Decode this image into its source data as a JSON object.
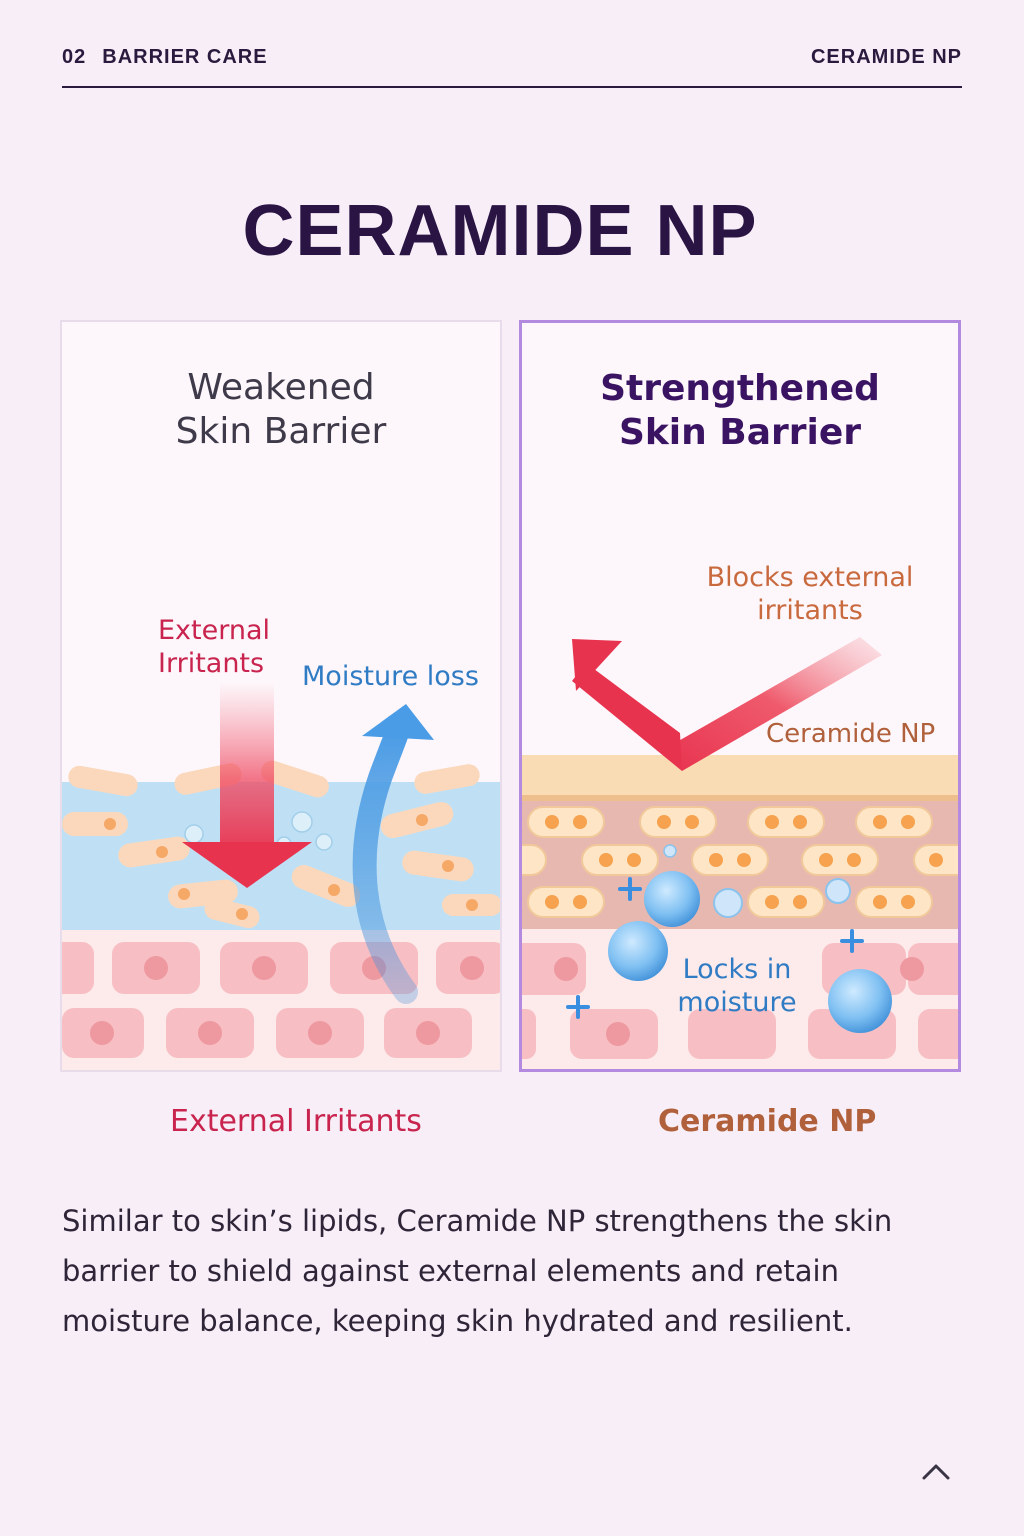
{
  "header": {
    "section_number": "02",
    "section_label": "BARRIER CARE",
    "product_label": "CERAMIDE NP"
  },
  "title": "CERAMIDE NP",
  "left_panel": {
    "title_line1": "Weakened",
    "title_line2": "Skin Barrier",
    "irritants_line1": "External",
    "irritants_line2": "Irritants",
    "moisture_loss": "Moisture loss",
    "caption": "External Irritants"
  },
  "right_panel": {
    "title_line1": "Strengthened",
    "title_line2": "Skin Barrier",
    "blocks_line1": "Blocks external",
    "blocks_line2": "irritants",
    "layer_label": "Ceramide NP",
    "locks_line1": "Locks in",
    "locks_line2": "moisture",
    "caption": "Ceramide NP"
  },
  "description": "Similar to skin’s lipids, Ceramide NP strengthens the skin barrier to shield against external elements and retain moisture balance, keeping skin hydrated and resilient.",
  "colors": {
    "irritant_red": "#c8244e",
    "moisture_blue": "#2f7bc4",
    "ceramide_orange": "#b0603a",
    "title_purple": "#2a1444",
    "accent_border": "#b48ae0"
  },
  "icons": {
    "scroll_top": "chevron-up-icon"
  }
}
